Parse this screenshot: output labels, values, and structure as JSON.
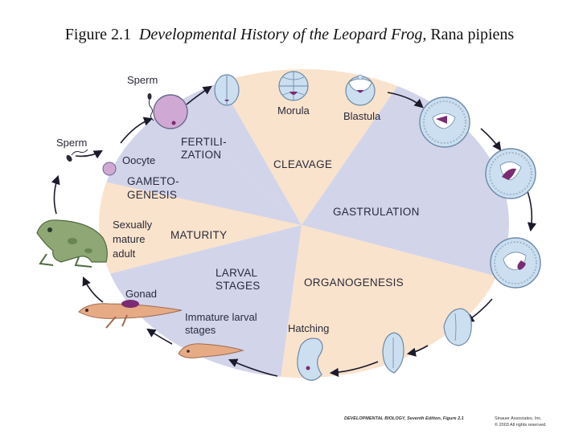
{
  "title": {
    "prefix": "Figure 2.1",
    "italic": "Developmental History of the Leopard Frog,",
    "species": "Rana pipiens"
  },
  "labels": {
    "sperm_top": "Sperm",
    "sperm_left": "Sperm",
    "oocyte": "Oocyte",
    "morula": "Morula",
    "blastula": "Blastula",
    "adult_1": "Sexually",
    "adult_2": "mature",
    "adult_3": "adult",
    "gonad": "Gonad",
    "immature_1": "Immature larval",
    "immature_2": "stages",
    "hatching": "Hatching"
  },
  "stages": {
    "fertilization_1": "FERTILI-",
    "fertilization_2": "ZATION",
    "cleavage": "CLEAVAGE",
    "gastrulation": "GASTRULATION",
    "organogenesis": "ORGANOGENESIS",
    "larval_1": "LARVAL",
    "larval_2": "STAGES",
    "maturity": "MATURITY",
    "gametogenesis_1": "GAMETO-",
    "gametogenesis_2": "GENESIS"
  },
  "credit": {
    "book": "DEVELOPMENTAL BIOLOGY, Seventh Edition, Figure 2.1",
    "publisher": "Sinauer Associates, Inc.",
    "rights": "© 2003 All rights reserved."
  },
  "colors": {
    "peach": "#fae3cc",
    "lavender": "#d2d4ea",
    "cell": "#cbdff0",
    "cell_edge": "#6d8aa8",
    "magenta": "#7a2c72",
    "oocyte": "#cfa9d4",
    "frog": "#8ea774",
    "tadpole": "#e6aa85"
  }
}
